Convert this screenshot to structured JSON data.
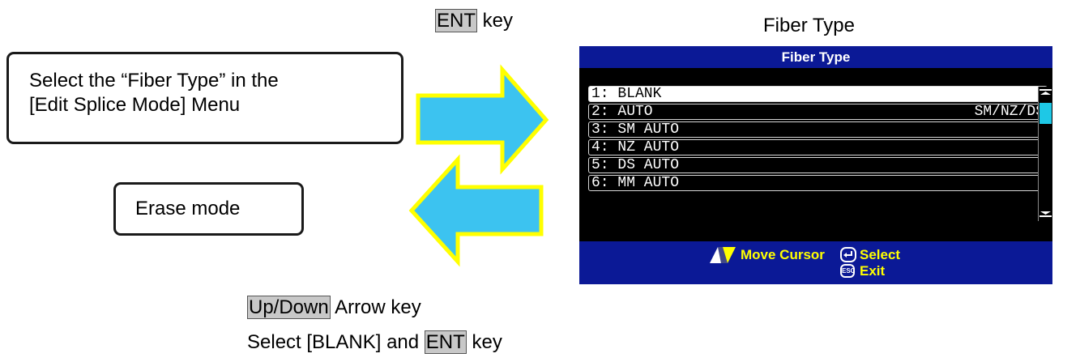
{
  "ent_key": {
    "key": "ENT",
    "suffix": " key"
  },
  "caption_fiber_type": "Fiber Type",
  "select_box": {
    "line1": "Select the “Fiber Type” in the",
    "line2": "[Edit Splice Mode] Menu"
  },
  "erase_box": {
    "label": "Erase mode"
  },
  "screen": {
    "title": "Fiber Type",
    "rows": [
      {
        "label": "1: BLANK",
        "right": "",
        "selected": true
      },
      {
        "label": "2: AUTO",
        "right": "SM/NZ/DS",
        "selected": false
      },
      {
        "label": "3: SM AUTO",
        "right": "",
        "selected": false
      },
      {
        "label": "4: NZ AUTO",
        "right": "",
        "selected": false
      },
      {
        "label": "5: DS AUTO",
        "right": "",
        "selected": false
      },
      {
        "label": "6: MM AUTO",
        "right": "",
        "selected": false
      }
    ],
    "footer": {
      "move_cursor": "Move Cursor",
      "select": "Select",
      "exit": "Exit",
      "esc_icon_text": "ESC"
    }
  },
  "instructions": {
    "line1_key": "Up/Down",
    "line1_suffix": " Arrow key",
    "line2_prefix": "Select [BLANK] and ",
    "line2_key": "ENT",
    "line2_suffix": " key"
  },
  "colors": {
    "arrow_fill": "#3cc3f0",
    "arrow_outline": "#ffff00",
    "screen_header": "#0b1996",
    "footer_text": "#ffff00",
    "scroll_thumb": "#1ec8e6"
  }
}
